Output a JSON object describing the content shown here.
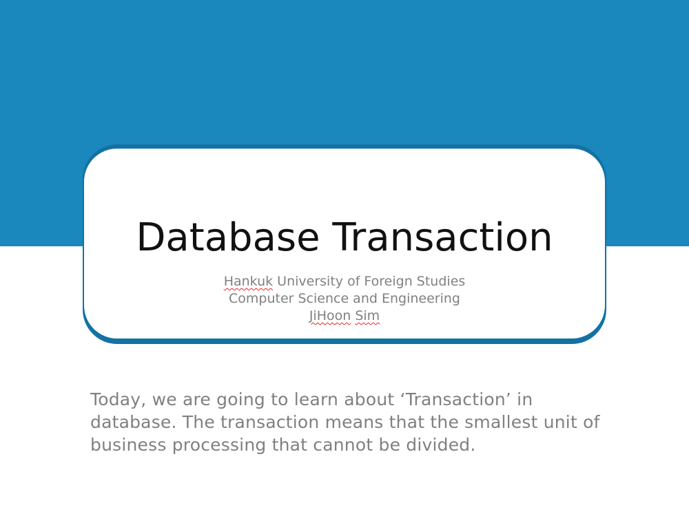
{
  "slide": {
    "title": "Database Transaction",
    "subtitle": {
      "line1_underlined": "Hankuk",
      "line1_rest": " University of Foreign Studies",
      "line2": "Computer Science and Engineering",
      "line3_first": "JiHoon",
      "line3_space": " ",
      "line3_second": "Sim"
    },
    "body": {
      "line1": "Today, we are going to learn about ‘Transaction’ in",
      "line2": "database. The transaction means that the smallest unit of",
      "line3": "business processing that cannot be divided."
    }
  },
  "colors": {
    "band": "#1a87bd",
    "card_shadow": "#1372a3",
    "title_text": "#111111",
    "muted_text": "#808080",
    "spellcheck_underline": "#e02424"
  }
}
